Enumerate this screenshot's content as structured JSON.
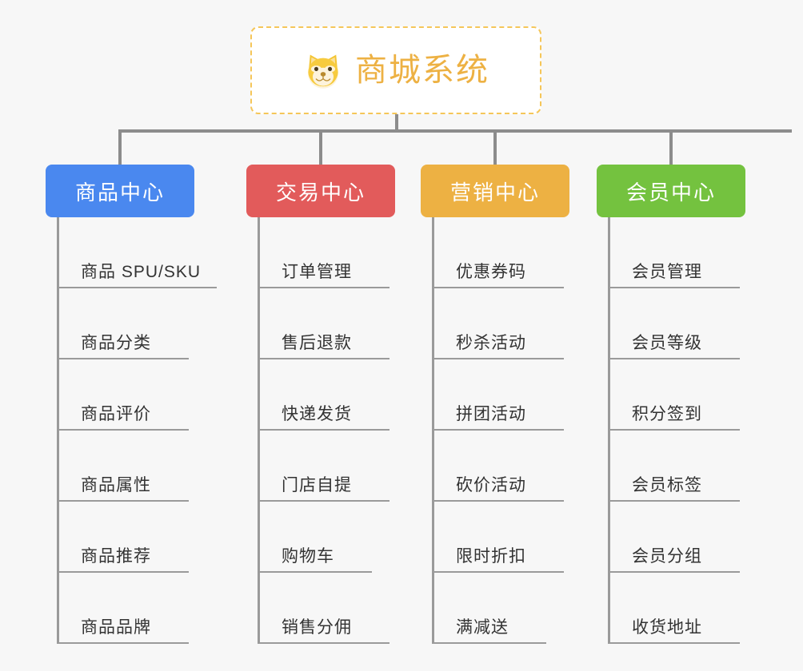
{
  "root": {
    "title": "商城系统",
    "icon": "shiba-dog-face-emoji",
    "text_color": "#edb143",
    "border_color": "#f5c659",
    "background": "#ffffff"
  },
  "canvas": {
    "background": "#f7f7f7",
    "connector_color": "#8c8c8c"
  },
  "columns": [
    {
      "title": "商品中心",
      "color": "#4a88ef",
      "items": [
        {
          "label": "商品 SPU/SKU",
          "rule_width": 200
        },
        {
          "label": "商品分类",
          "rule_width": 165
        },
        {
          "label": "商品评价",
          "rule_width": 165
        },
        {
          "label": "商品属性",
          "rule_width": 165
        },
        {
          "label": "商品推荐",
          "rule_width": 165
        },
        {
          "label": "商品品牌",
          "rule_width": 165
        }
      ]
    },
    {
      "title": "交易中心",
      "color": "#e25b5b",
      "items": [
        {
          "label": "订单管理",
          "rule_width": 165
        },
        {
          "label": "售后退款",
          "rule_width": 165
        },
        {
          "label": "快递发货",
          "rule_width": 165
        },
        {
          "label": "门店自提",
          "rule_width": 165
        },
        {
          "label": "购物车",
          "rule_width": 143
        },
        {
          "label": "销售分佣",
          "rule_width": 165
        }
      ]
    },
    {
      "title": "营销中心",
      "color": "#edb143",
      "items": [
        {
          "label": "优惠券码",
          "rule_width": 165
        },
        {
          "label": "秒杀活动",
          "rule_width": 165
        },
        {
          "label": "拼团活动",
          "rule_width": 165
        },
        {
          "label": "砍价活动",
          "rule_width": 165
        },
        {
          "label": "限时折扣",
          "rule_width": 165
        },
        {
          "label": "满减送",
          "rule_width": 143
        }
      ]
    },
    {
      "title": "会员中心",
      "color": "#74c23f",
      "items": [
        {
          "label": "会员管理",
          "rule_width": 165
        },
        {
          "label": "会员等级",
          "rule_width": 165
        },
        {
          "label": "积分签到",
          "rule_width": 165
        },
        {
          "label": "会员标签",
          "rule_width": 165
        },
        {
          "label": "会员分组",
          "rule_width": 165
        },
        {
          "label": "收货地址",
          "rule_width": 165
        }
      ]
    }
  ]
}
